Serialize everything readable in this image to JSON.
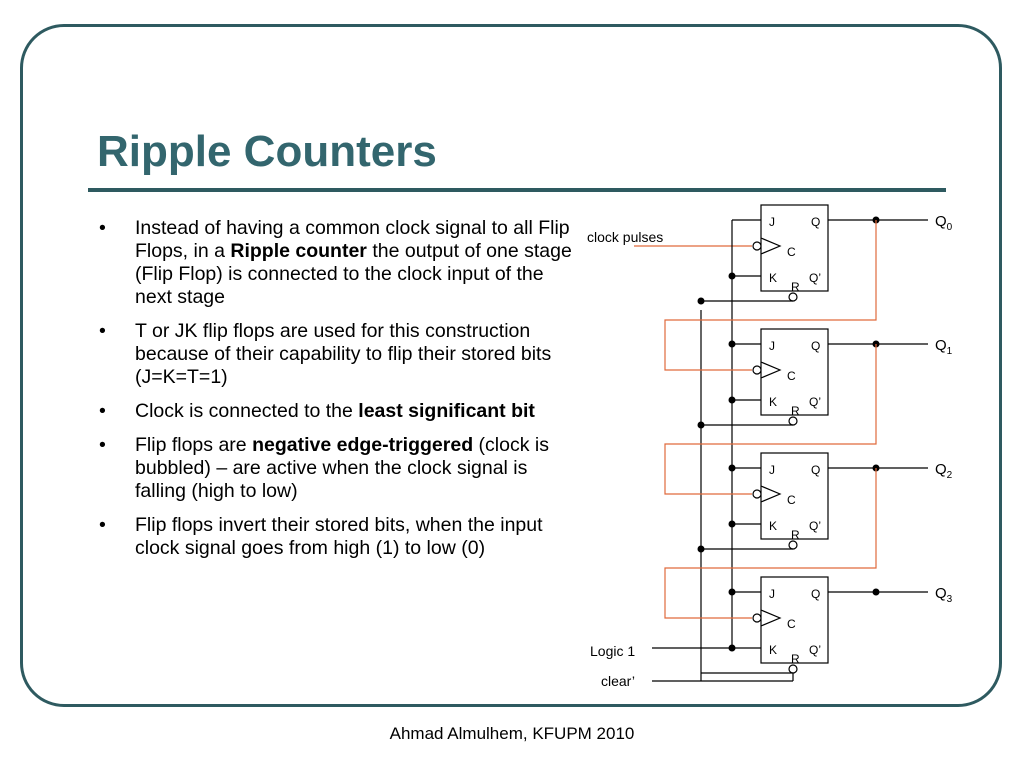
{
  "slide": {
    "title": "Ripple Counters",
    "footer": "Ahmad Almulhem, KFUPM 2010"
  },
  "bullets": [
    {
      "parts": [
        {
          "text": "Instead of having a common clock signal to all Flip Flops, in a ",
          "bold": false
        },
        {
          "text": "Ripple counter",
          "bold": true
        },
        {
          "text": " the output of one stage (Flip Flop) is connected to the clock input of the next stage",
          "bold": false
        }
      ]
    },
    {
      "parts": [
        {
          "text": "T or JK flip flops are used for this construction because of their capability to flip their stored bits (J=K=T=1)",
          "bold": false
        }
      ]
    },
    {
      "parts": [
        {
          "text": "Clock is connected to the ",
          "bold": false
        },
        {
          "text": "least significant bit",
          "bold": true
        }
      ]
    },
    {
      "parts": [
        {
          "text": "Flip flops are ",
          "bold": false
        },
        {
          "text": "negative edge-triggered",
          "bold": true
        },
        {
          "text": " (clock is bubbled) – are active when the clock signal is falling (high to low)",
          "bold": false
        }
      ]
    },
    {
      "parts": [
        {
          "text": "Flip flops invert their stored bits, when the input clock signal goes from high (1) to low (0)",
          "bold": false
        }
      ]
    }
  ],
  "circuit": {
    "clock_label": "clock pulses",
    "logic_label": "Logic 1",
    "clear_label": "clear’",
    "pin_labels": {
      "j": "J",
      "k": "K",
      "c": "C",
      "q": "Q",
      "qbar": "Q’",
      "r": "R"
    },
    "output_letter": "Q",
    "outputs": [
      "0",
      "1",
      "2",
      "3"
    ],
    "colors": {
      "feedback_wire": "#e06a3c",
      "wire": "#000000",
      "title": "#33666e"
    }
  }
}
